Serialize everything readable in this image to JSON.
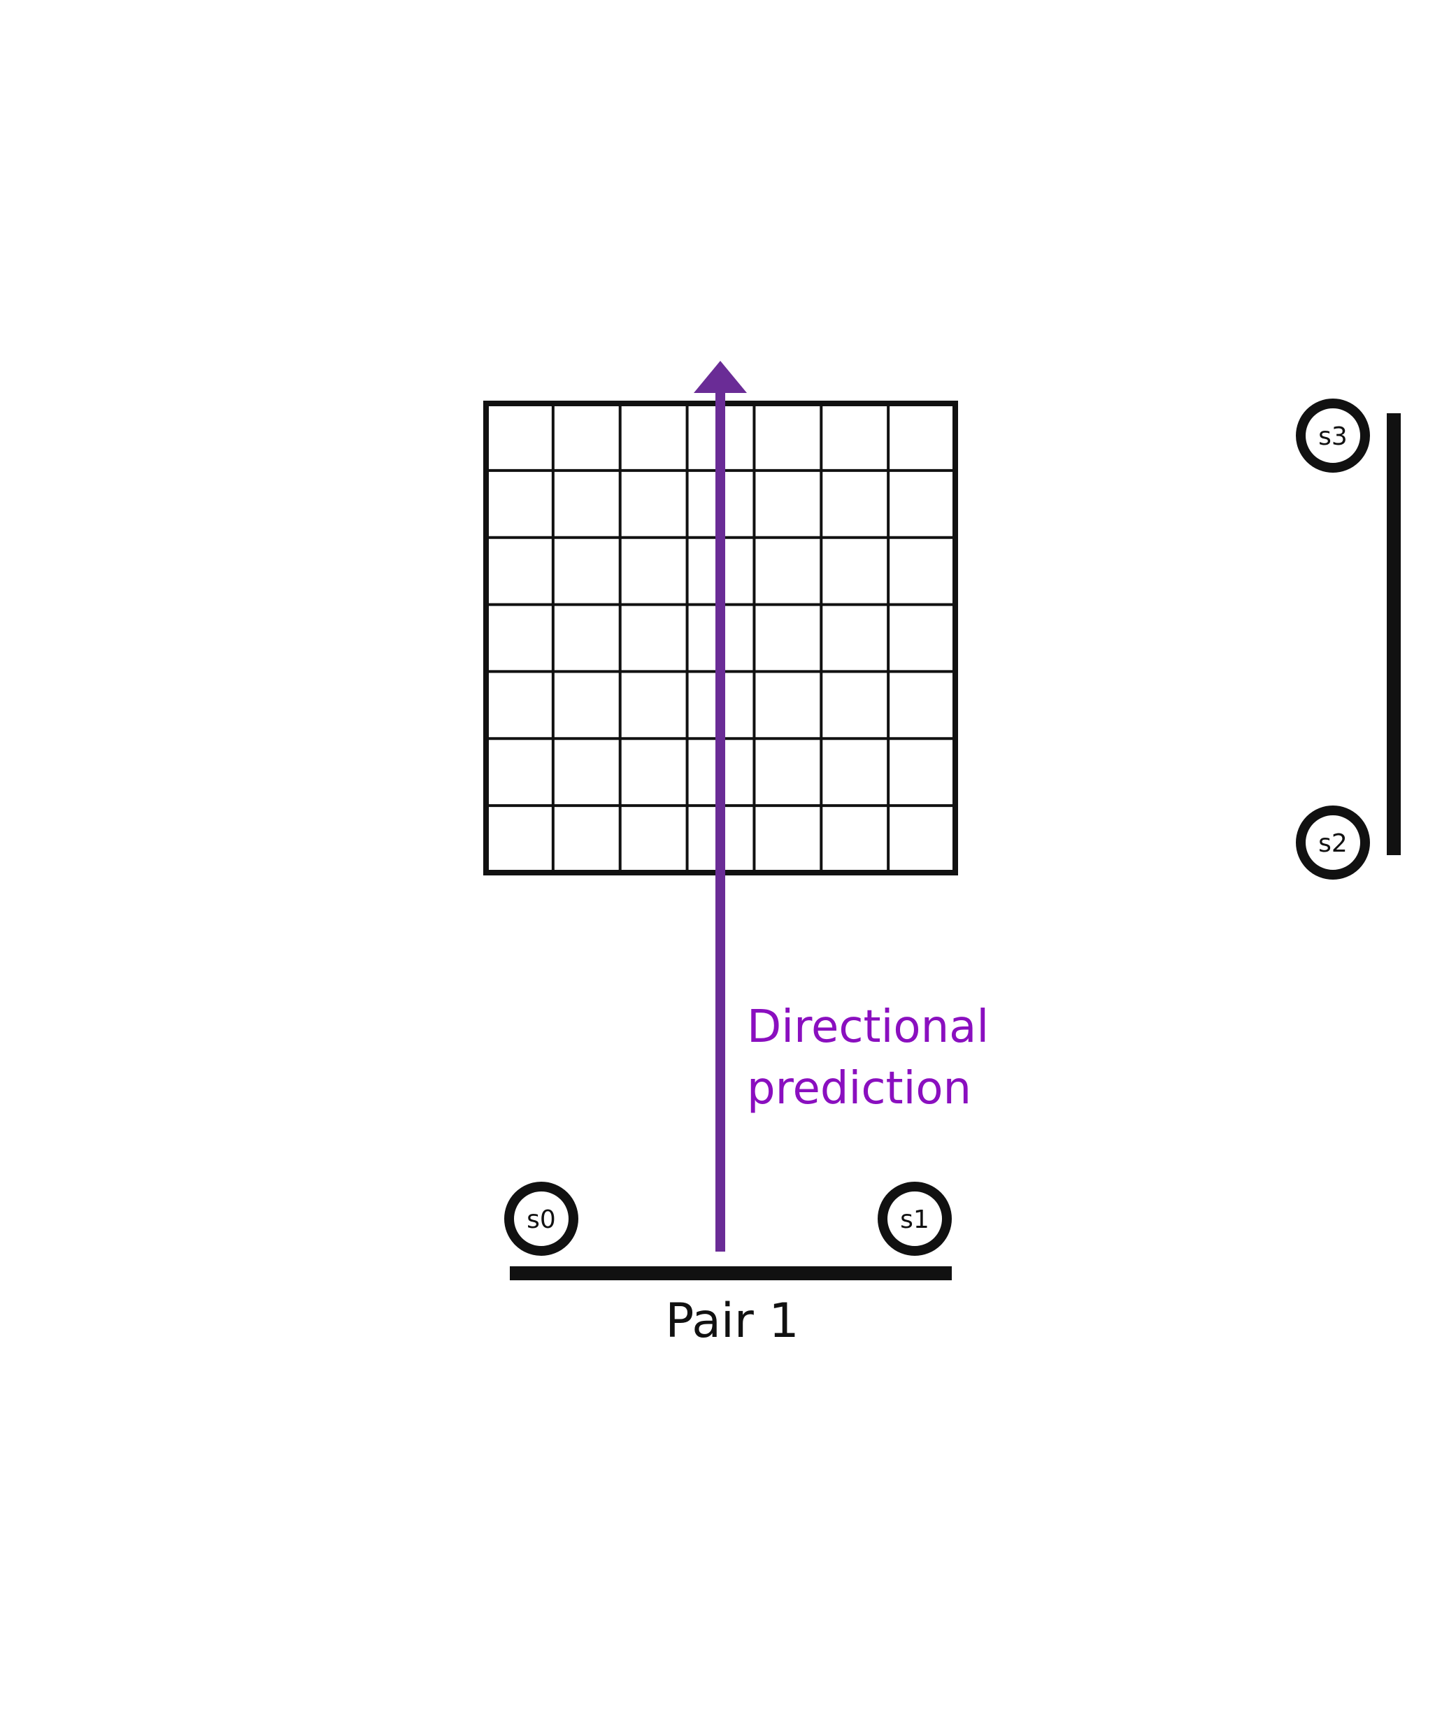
{
  "diagram": {
    "sensors": [
      {
        "id": "s0",
        "label": "s0"
      },
      {
        "id": "s1",
        "label": "s1"
      },
      {
        "id": "s2",
        "label": "s2"
      },
      {
        "id": "s3",
        "label": "s3"
      }
    ],
    "pair_label": "Pair 1",
    "arrow_label_line1": "Directional",
    "arrow_label_line2": "prediction",
    "grid": {
      "rows": 7,
      "cols": 7
    },
    "colors": {
      "arrow": "#6a2c96",
      "annotation_text": "#8a0fbf",
      "lines": "#111111",
      "background": "#ffffff"
    }
  }
}
